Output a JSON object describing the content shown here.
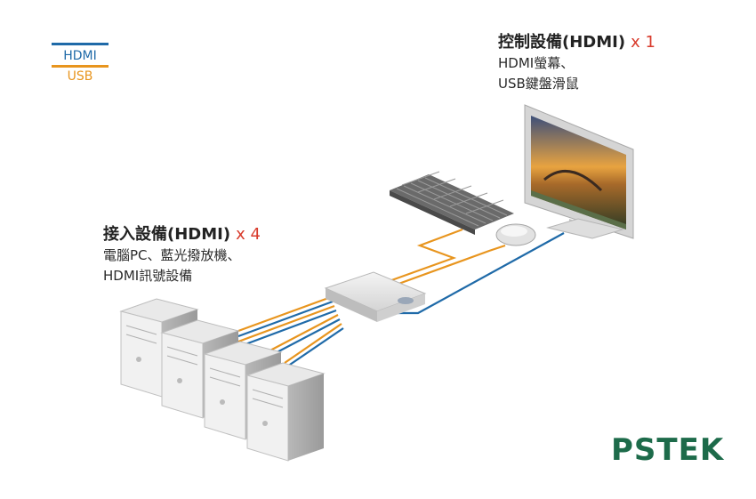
{
  "legend": {
    "hdmi": "HDMI",
    "usb": "USB",
    "hdmi_color": "#1f6aa8",
    "usb_color": "#e8951e"
  },
  "control": {
    "title": "控制設備(HDMI)",
    "count": "x 1",
    "lines": [
      "HDMI螢幕、",
      "USB鍵盤滑鼠"
    ]
  },
  "input": {
    "title": "接入設備(HDMI)",
    "count": "x 4",
    "lines": [
      "電腦PC、藍光撥放機、",
      "HDMI訊號設備"
    ]
  },
  "brand": {
    "logo": "PSTEK",
    "color": "#1d6b4a"
  }
}
